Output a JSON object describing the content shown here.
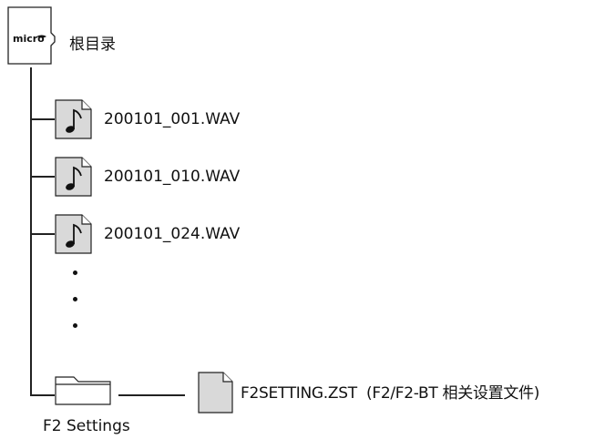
{
  "root": {
    "icon": "microsd-card-icon",
    "label": "根目录"
  },
  "files": [
    {
      "icon": "music-note-file-icon",
      "name": "200101_001.WAV"
    },
    {
      "icon": "music-note-file-icon",
      "name": "200101_010.WAV"
    },
    {
      "icon": "music-note-file-icon",
      "name": "200101_024.WAV"
    }
  ],
  "ellipsis": {
    "icon": "vertical-ellipsis"
  },
  "folder": {
    "icon": "folder-icon",
    "label": "F2 Settings"
  },
  "settings_file": {
    "icon": "document-icon",
    "name": "F2SETTING.ZST  (F2/F2-BT 相关设置文件)"
  }
}
